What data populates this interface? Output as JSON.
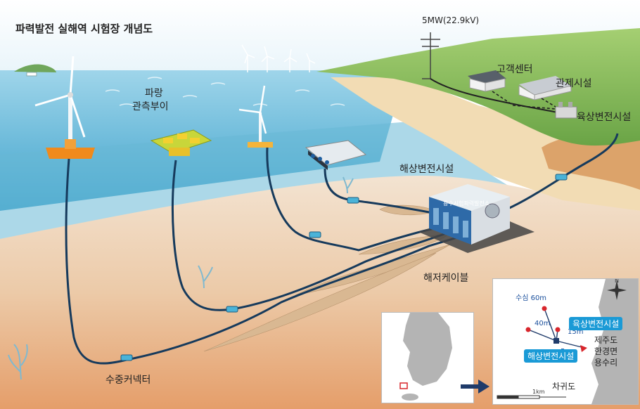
{
  "title": "파력발전 실해역 시험장 개념도",
  "labels": {
    "grid": "5MW(22.9kV)",
    "customer_center": "고객센터",
    "control_facility": "관제시설",
    "onshore_substation": "육상변전시설",
    "wave_buoy_line1": "파랑",
    "wave_buoy_line2": "관측부이",
    "offshore_substation": "해상변전시설",
    "subsea_cable": "해저케이블",
    "underwater_connector": "수중커넥터",
    "station_sign": "용수시험파력발전소"
  },
  "inset": {
    "depth": "수심 60m",
    "dist_40": "40m",
    "dist_15": "15m",
    "dist_5": "5m",
    "onshore": "육상변전시설",
    "offshore": "해상변전시설",
    "place_line1": "제주도",
    "place_line2": "한경면",
    "place_line3": "용수리",
    "island": "차귀도",
    "scale": "1km",
    "north": "N"
  },
  "colors": {
    "sea": "#58b5d8",
    "seabed": "#eabf98",
    "land": "#8fc062",
    "label_pill": "#1a9ad6",
    "inset_marker": "#d8262c"
  }
}
